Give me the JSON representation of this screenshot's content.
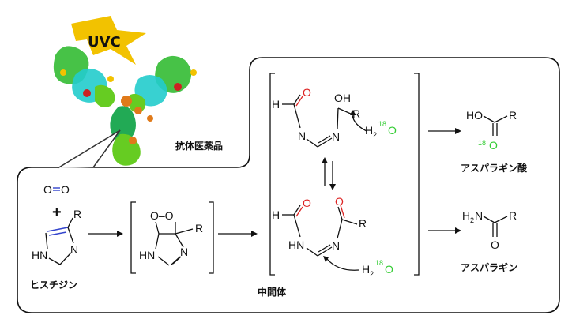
{
  "labels": {
    "uvc": "UVC",
    "antibody": "抗体医薬品",
    "histidine": "ヒスチジン",
    "intermediate": "中間体",
    "aspartic_acid": "アスパラギン酸",
    "asparagine": "アスパラギン"
  },
  "chem": {
    "H": "H",
    "O": "O",
    "N": "N",
    "R": "R",
    "HN": "HN",
    "OH": "OH",
    "HO": "HO",
    "O_O": "O–O",
    "plus": "+",
    "o2": "O=O",
    "H2": "H",
    "sub2": "2",
    "sup18": "18",
    "H2N_H": "H",
    "H2N_N": "N"
  },
  "colors": {
    "water_oxygen": "#33cc33",
    "carbonyl_oxygen": "#dd2222",
    "nitrogen_bond": "#3344cc",
    "uvc_bolt": "#f2c200"
  }
}
